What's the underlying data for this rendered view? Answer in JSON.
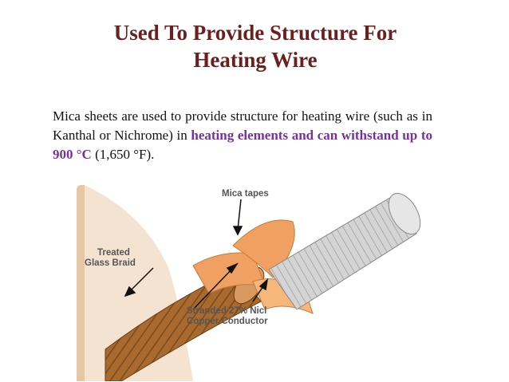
{
  "slide": {
    "title_line1": "Used To Provide Structure For",
    "title_line2": "Heating Wire",
    "paragraph": {
      "text_before": "Mica sheets are used to provide structure for heating wire (such as in Kanthal or Nichrome) in ",
      "highlight": "heating elements and can withstand up to 900 °C",
      "text_after": " (1,650 °F)."
    },
    "colors": {
      "title": "#6b1f1f",
      "highlight": "#7b2f9e",
      "braid": "#a86a2e",
      "mica": "#f0a060",
      "conductor": "#c8c8c8"
    }
  },
  "figure": {
    "labels": {
      "mica_tapes": "Mica tapes",
      "treated_glass_braid_1": "Treated",
      "treated_glass_braid_2": "Glass Braid",
      "conductor_1": "Stranded 27% Nicl",
      "conductor_2": "Copper Conductor"
    }
  }
}
